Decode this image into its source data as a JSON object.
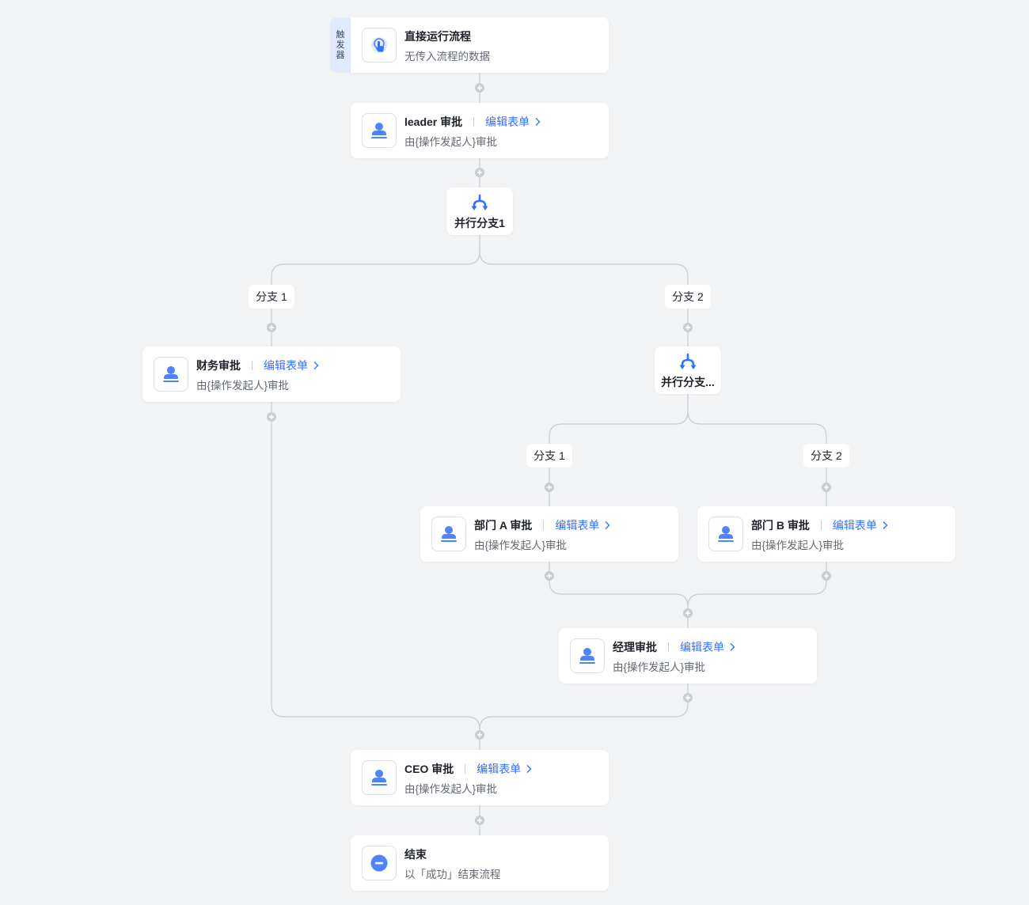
{
  "trigger": {
    "tab_label": [
      "触",
      "发",
      "器"
    ],
    "title": "直接运行流程",
    "subtitle": "无传入流程的数据",
    "icon": "tap-hand-icon"
  },
  "edit_form_label": "编辑表单",
  "nodes": {
    "leader": {
      "title": "leader 审批",
      "subtitle": "由{操作发起人}审批",
      "icon": "approver-icon"
    },
    "finance": {
      "title": "财务审批",
      "subtitle": "由{操作发起人}审批",
      "icon": "approver-icon"
    },
    "dept_a": {
      "title": "部门 A 审批",
      "subtitle": "由{操作发起人}审批",
      "icon": "approver-icon"
    },
    "dept_b": {
      "title": "部门 B 审批",
      "subtitle": "由{操作发起人}审批",
      "icon": "approver-icon"
    },
    "manager": {
      "title": "经理审批",
      "subtitle": "由{操作发起人}审批",
      "icon": "approver-icon"
    },
    "ceo": {
      "title": "CEO 审批",
      "subtitle": "由{操作发起人}审批",
      "icon": "approver-icon"
    },
    "end": {
      "title": "结束",
      "subtitle": "以「成功」结束流程",
      "icon": "stop-icon"
    }
  },
  "parallel_1": {
    "label": "并行分支1",
    "branches": [
      "分支 1",
      "分支 2"
    ],
    "icon": "parallel-branch-icon"
  },
  "parallel_2": {
    "label": "并行分支...",
    "branches": [
      "分支 1",
      "分支 2"
    ],
    "icon": "parallel-branch-icon"
  },
  "colors": {
    "accent": "#3370ff",
    "icon_blue": "#4e83fd",
    "connector": "#c9cdd4",
    "background": "#f2f3f5"
  }
}
